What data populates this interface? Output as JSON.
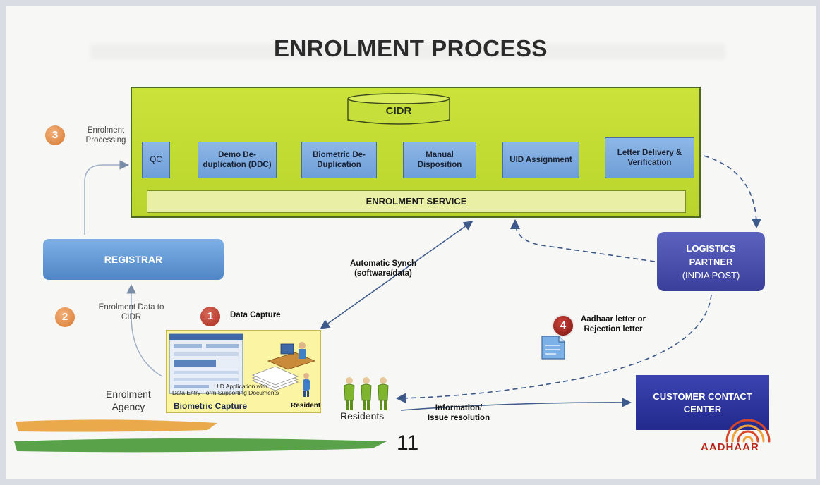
{
  "title": "ENROLMENT PROCESS",
  "cidr": {
    "label": "CIDR"
  },
  "stages": [
    {
      "id": "qc",
      "label": "QC"
    },
    {
      "id": "demo",
      "label": "Demo De-duplication (DDC)"
    },
    {
      "id": "biometric",
      "label": "Biometric De-Duplication"
    },
    {
      "id": "manual",
      "label": "Manual Disposition"
    },
    {
      "id": "uid",
      "label": "UID Assignment"
    },
    {
      "id": "letter",
      "label": "Letter Delivery & Verification"
    }
  ],
  "enrolment_service": {
    "label": "ENROLMENT SERVICE"
  },
  "steps": {
    "s1": {
      "num": "1",
      "label": "Data Capture"
    },
    "s2": {
      "num": "2",
      "label": "Enrolment Data to CIDR"
    },
    "s3": {
      "num": "3",
      "label": "Enrolment Processing"
    },
    "s4": {
      "num": "4",
      "label": "Aadhaar letter or Rejection letter"
    }
  },
  "registrar": {
    "label": "REGISTRAR"
  },
  "logistics": {
    "line1": "LOGISTICS",
    "line2": "PARTNER",
    "line3": "(INDIA POST)"
  },
  "sync": {
    "line1": "Automatic Synch",
    "line2": "(software/data)"
  },
  "enrolment_agency": {
    "line1": "Enrolment",
    "line2": "Agency"
  },
  "biometric_capture": {
    "label": "Biometric Capture",
    "resident": "Resident",
    "uid_app": "UID Application with",
    "docs": "Data Entry Form Supporting Documents"
  },
  "residents": {
    "label": "Residents"
  },
  "info": {
    "line1": "Information/",
    "line2": "Issue resolution"
  },
  "ccc": {
    "line1": "CUSTOMER CONTACT",
    "line2": "CENTER"
  },
  "page_number": "11",
  "logo": {
    "text": "AADHAAR"
  },
  "colors": {
    "panel": "#c4dc35",
    "stage": "#7ea9e0",
    "registrar": "#5f93d2",
    "logistics": "#4a50ad",
    "ccc": "#2c349a",
    "accent_orange": "#e08a3c",
    "accent_red": "#a72a1c"
  }
}
